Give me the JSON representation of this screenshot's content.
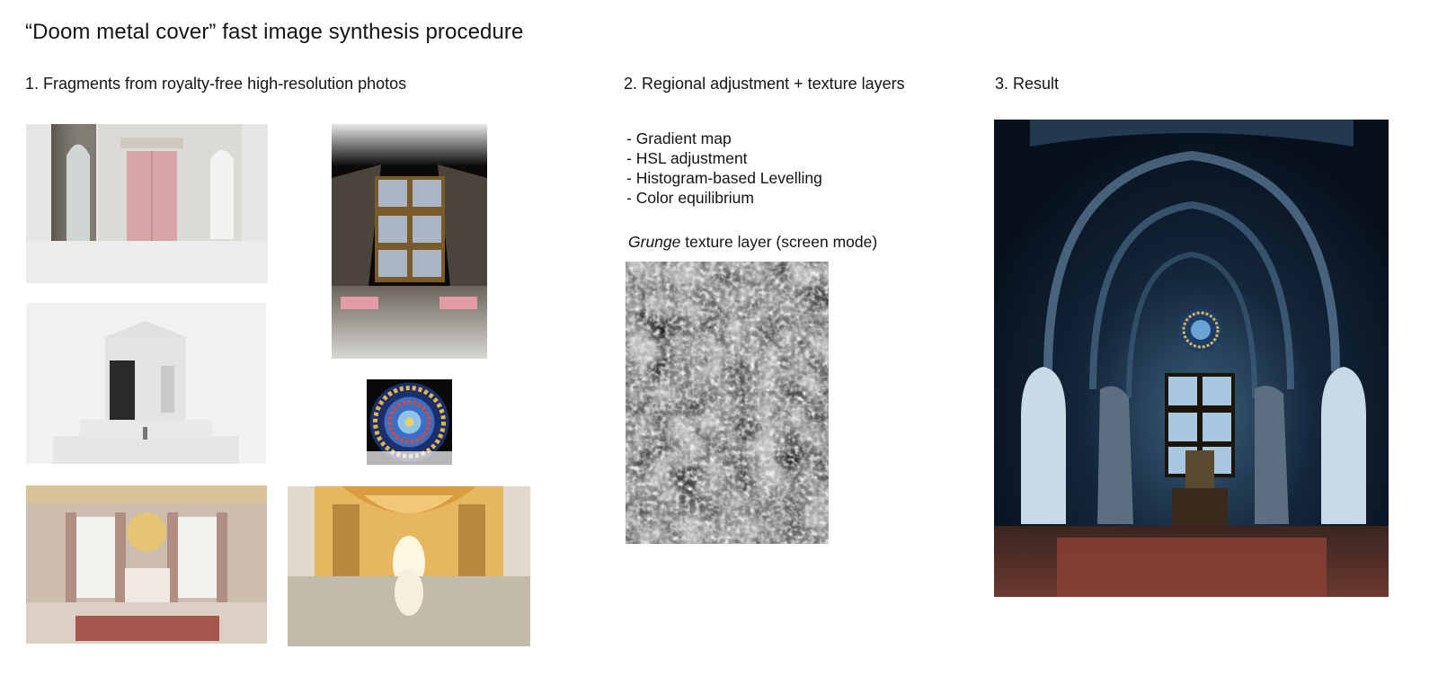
{
  "title": "“Doom metal cover” fast image synthesis procedure",
  "step1": {
    "heading": "1. Fragments from royalty-free high-resolution photos"
  },
  "step2": {
    "heading": "2. Regional adjustment + texture layers",
    "adjustments": [
      "- Gradient map",
      "- HSL adjustment",
      "- Histogram-based Levelling",
      "- Color equilibrium"
    ],
    "texture_caption_italic": "Grunge",
    "texture_caption_rest": " texture layer (screen mode)"
  },
  "step3": {
    "heading": "3. Result"
  }
}
